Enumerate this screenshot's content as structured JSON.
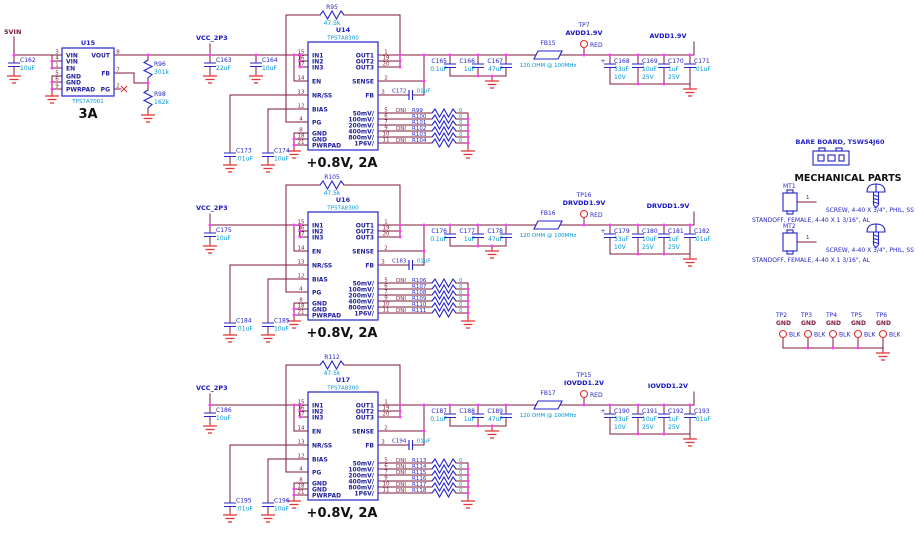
{
  "colors": {
    "wire": "#7d1935",
    "component": "#2424c8",
    "value": "#0096d2",
    "ground": "#e03232",
    "junction": "#ff3cff"
  },
  "pre_regulator": {
    "input_net": "5VIN",
    "input_cap": {
      "ref": "C162",
      "value": "10uF"
    },
    "u_ref": "U15",
    "part": "TPS7A7001",
    "current_label": "3A",
    "pins_left": [
      {
        "n": "3",
        "label": "VIN"
      },
      {
        "n": "4",
        "label": "VIN"
      },
      {
        "n": "1",
        "label": "EN"
      },
      {
        "n": "5",
        "label": "GND"
      },
      {
        "n": "6",
        "label": "GND"
      },
      {
        "n": "9",
        "label": "PWRPAD"
      }
    ],
    "pins_right": [
      {
        "n": "8",
        "label": "VOUT"
      },
      {
        "n": "7",
        "label": "FB"
      },
      {
        "n": "2",
        "label": "PG"
      }
    ],
    "fb_divider": {
      "top": {
        "ref": "R96",
        "value": "301k"
      },
      "bottom": {
        "ref": "R98",
        "value": "162k"
      }
    }
  },
  "ldo_pinout": {
    "left": [
      {
        "n": "15",
        "label": "IN1"
      },
      {
        "n": "16",
        "label": "IN2"
      },
      {
        "n": "17",
        "label": "IN3"
      },
      {
        "n": "14",
        "label": "EN"
      },
      {
        "n": "13",
        "label": "NR/SS"
      },
      {
        "n": "12",
        "label": "BIAS"
      },
      {
        "n": "4",
        "label": "PG"
      },
      {
        "n": "8",
        "label": "GND"
      },
      {
        "n": "18",
        "label": "GND"
      },
      {
        "n": "21",
        "label": "PWRPAD"
      }
    ],
    "right": [
      {
        "n": "1",
        "label": "OUT1"
      },
      {
        "n": "19",
        "label": "OUT2"
      },
      {
        "n": "20",
        "label": "OUT3"
      },
      {
        "n": "2",
        "label": "SENSE"
      },
      {
        "n": "3",
        "label": "FB"
      }
    ],
    "set_pins": [
      {
        "n": "5",
        "label": "50mV/"
      },
      {
        "n": "6",
        "label": "100mV/"
      },
      {
        "n": "7",
        "label": "200mV/"
      },
      {
        "n": "9",
        "label": "400mV/"
      },
      {
        "n": "10",
        "label": "800mV/"
      },
      {
        "n": "11",
        "label": "1P6V/"
      }
    ]
  },
  "ldo_blocks": [
    {
      "input_net": "VCC_2P3",
      "input_caps": [
        {
          "ref": "C163",
          "value": "22uF"
        },
        {
          "ref": "C164",
          "value": "10uF"
        }
      ],
      "u_ref": "U14",
      "part": "TPS7A8300",
      "pullup": {
        "ref": "R95",
        "value": "47.5k"
      },
      "ff_cap": {
        "ref": "C172",
        "value": ".01uF"
      },
      "nrss_cap": {
        "ref": "C173",
        "value": ".01uF"
      },
      "bias_cap": {
        "ref": "C174",
        "value": "10uF"
      },
      "out_caps": [
        {
          "ref": "C165",
          "value": "0.1uF"
        },
        {
          "ref": "C166",
          "value": "1uF"
        },
        {
          "ref": "C167",
          "value": "47uF"
        }
      ],
      "ferrite": {
        "ref": "FB15",
        "value": "120 OHM @ 100MHz"
      },
      "tp": {
        "ref": "TP7",
        "net": "AVDD1.9V",
        "color": "RED"
      },
      "out_net": "AVDD1.9V",
      "rail_caps": [
        {
          "polarity": "+",
          "ref": "C168",
          "value": "33uF",
          "rating": "10V"
        },
        {
          "polarity": "",
          "ref": "C169",
          "value": "10uF",
          "rating": "25V"
        },
        {
          "polarity": "",
          "ref": "C170",
          "value": "1uF",
          "rating": "25V"
        },
        {
          "polarity": "",
          "ref": "C171",
          "value": ".01uF",
          "rating": ""
        }
      ],
      "setting_rows": [
        {
          "dni": "DNI",
          "ref": "R99",
          "value": "0"
        },
        {
          "dni": "",
          "ref": "R100",
          "value": "0"
        },
        {
          "dni": "",
          "ref": "R101",
          "value": "0"
        },
        {
          "dni": "DNI",
          "ref": "R102",
          "value": "0"
        },
        {
          "dni": "",
          "ref": "R103",
          "value": "0"
        },
        {
          "dni": "DNI",
          "ref": "R104",
          "value": "0"
        }
      ],
      "output_label": "+0.8V, 2A"
    },
    {
      "input_net": "VCC_2P3",
      "input_caps": [
        {
          "ref": "C175",
          "value": "10uF"
        }
      ],
      "u_ref": "U16",
      "part": "TPS7A8300",
      "pullup": {
        "ref": "R105",
        "value": "47.5k"
      },
      "ff_cap": {
        "ref": "C183",
        "value": ".01uF"
      },
      "nrss_cap": {
        "ref": "C184",
        "value": ".01uF"
      },
      "bias_cap": {
        "ref": "C185",
        "value": "10uF"
      },
      "out_caps": [
        {
          "ref": "C176",
          "value": "0.1uF"
        },
        {
          "ref": "C177",
          "value": "1uF"
        },
        {
          "ref": "C178",
          "value": "47uF"
        }
      ],
      "ferrite": {
        "ref": "FB16",
        "value": "120 OHM @ 100MHz"
      },
      "tp": {
        "ref": "TP16",
        "net": "DRVDD1.9V",
        "color": "RED"
      },
      "out_net": "DRVDD1.9V",
      "rail_caps": [
        {
          "polarity": "+",
          "ref": "C179",
          "value": "33uF",
          "rating": "10V"
        },
        {
          "polarity": "",
          "ref": "C180",
          "value": "10uF",
          "rating": "25V"
        },
        {
          "polarity": "",
          "ref": "C181",
          "value": "1uF",
          "rating": "25V"
        },
        {
          "polarity": "",
          "ref": "C182",
          "value": ".01uF",
          "rating": ""
        }
      ],
      "setting_rows": [
        {
          "dni": "DNI",
          "ref": "R106",
          "value": "0"
        },
        {
          "dni": "",
          "ref": "R107",
          "value": "0"
        },
        {
          "dni": "",
          "ref": "R108",
          "value": "0"
        },
        {
          "dni": "DNI",
          "ref": "R109",
          "value": "0"
        },
        {
          "dni": "",
          "ref": "R110",
          "value": "0"
        },
        {
          "dni": "DNI",
          "ref": "R111",
          "value": "0"
        }
      ],
      "output_label": "+0.8V, 2A"
    },
    {
      "input_net": "VCC_2P3",
      "input_caps": [
        {
          "ref": "C186",
          "value": "10uF"
        }
      ],
      "u_ref": "U17",
      "part": "TPS7A8300",
      "pullup": {
        "ref": "R112",
        "value": "47.5k"
      },
      "ff_cap": {
        "ref": "C194",
        "value": ".01uF"
      },
      "nrss_cap": {
        "ref": "C195",
        "value": ".01uF"
      },
      "bias_cap": {
        "ref": "C196",
        "value": "10uF"
      },
      "out_caps": [
        {
          "ref": "C187",
          "value": "0.1uF"
        },
        {
          "ref": "C188",
          "value": "1uF"
        },
        {
          "ref": "C189",
          "value": "47uF"
        }
      ],
      "ferrite": {
        "ref": "FB17",
        "value": "120 OHM @ 100MHz"
      },
      "tp": {
        "ref": "TP15",
        "net": "IOVDD1.2V",
        "color": "RED"
      },
      "out_net": "IOVDD1.2V",
      "rail_caps": [
        {
          "polarity": "+",
          "ref": "C190",
          "value": "33uF",
          "rating": "10V"
        },
        {
          "polarity": "",
          "ref": "C191",
          "value": "10uF",
          "rating": "25V"
        },
        {
          "polarity": "",
          "ref": "C192",
          "value": "1uF",
          "rating": "25V"
        },
        {
          "polarity": "",
          "ref": "C193",
          "value": ".01uF",
          "rating": ""
        }
      ],
      "setting_rows": [
        {
          "dni": "DNI",
          "ref": "R113",
          "value": "0"
        },
        {
          "dni": "DNI",
          "ref": "R114",
          "value": "0"
        },
        {
          "dni": "DNI",
          "ref": "R115",
          "value": "0"
        },
        {
          "dni": "",
          "ref": "R116",
          "value": "0"
        },
        {
          "dni": "DNI",
          "ref": "R117",
          "value": "0"
        },
        {
          "dni": "DNI",
          "ref": "R118",
          "value": "0"
        }
      ],
      "output_label": "+0.8V, 2A"
    }
  ],
  "bare_board": {
    "label": "BARE BOARD, TSW54J60"
  },
  "mechanical": {
    "heading": "MECHANICAL PARTS",
    "items": [
      {
        "ref": "MT1",
        "pin": "1",
        "screw": "SCREW, 4-40 X 3/4\", PHIL, SS",
        "standoff": "STANDOFF, FEMALE, 4-40 X 1 3/16\", AL"
      },
      {
        "ref": "MT2",
        "pin": "1",
        "screw": "SCREW, 4-40 X 3/4\", PHIL, SS",
        "standoff": "STANDOFF, FEMALE, 4-40 X 1 3/16\", AL"
      }
    ]
  },
  "gnd_testpoints": [
    {
      "ref": "TP2",
      "net": "GND",
      "color": "BLK"
    },
    {
      "ref": "TP3",
      "net": "GND",
      "color": "BLK"
    },
    {
      "ref": "TP4",
      "net": "GND",
      "color": "BLK"
    },
    {
      "ref": "TP5",
      "net": "GND",
      "color": "BLK"
    },
    {
      "ref": "TP6",
      "net": "GND",
      "color": "BLK"
    }
  ]
}
